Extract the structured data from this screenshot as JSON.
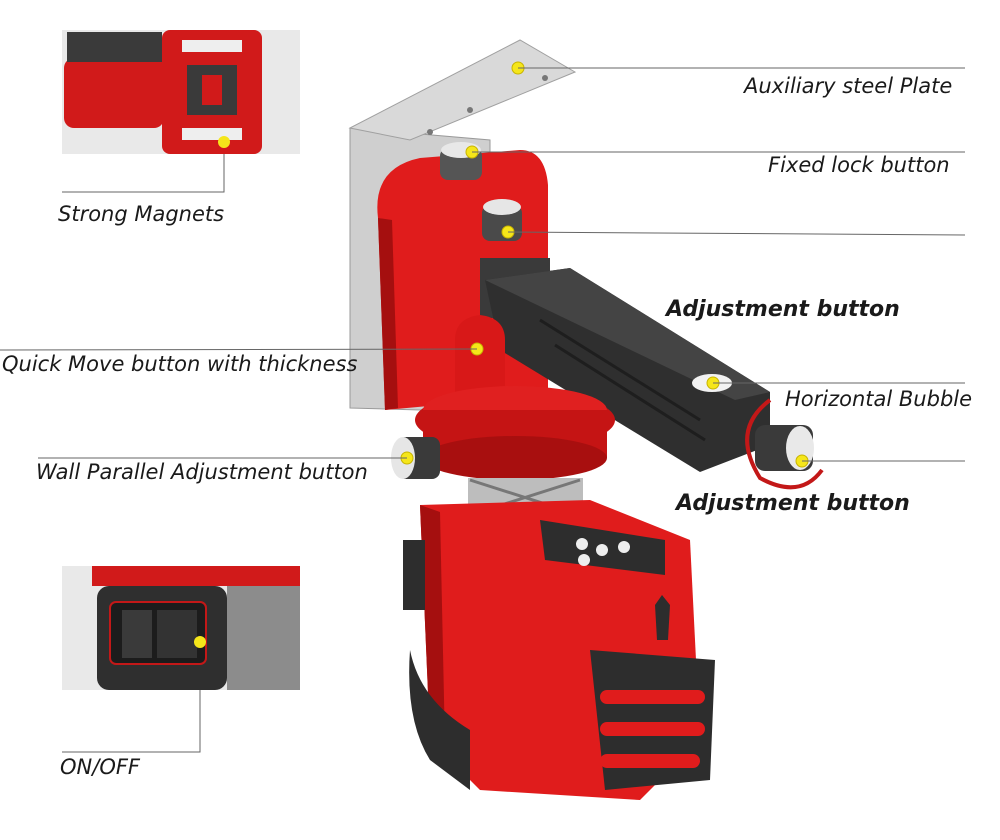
{
  "labels": {
    "auxiliary_plate": "Auxiliary steel Plate",
    "fixed_lock": "Fixed lock button",
    "adjustment_top": "Adjustment button",
    "horizontal_bubble": "Horizontal Bubble",
    "adjustment_bottom": "Adjustment button",
    "quick_move": "Quick Move button with thickness",
    "wall_parallel": "Wall Parallel Adjustment button",
    "strong_magnets": "Strong Magnets",
    "on_off": "ON/OFF"
  },
  "colors": {
    "body_red": "#e01c1c",
    "dark_red": "#a50f0f",
    "black": "#2a2a2a",
    "steel": "#c9c9c9",
    "marker_yellow": "#f5e61a",
    "leader_line": "#666666"
  }
}
